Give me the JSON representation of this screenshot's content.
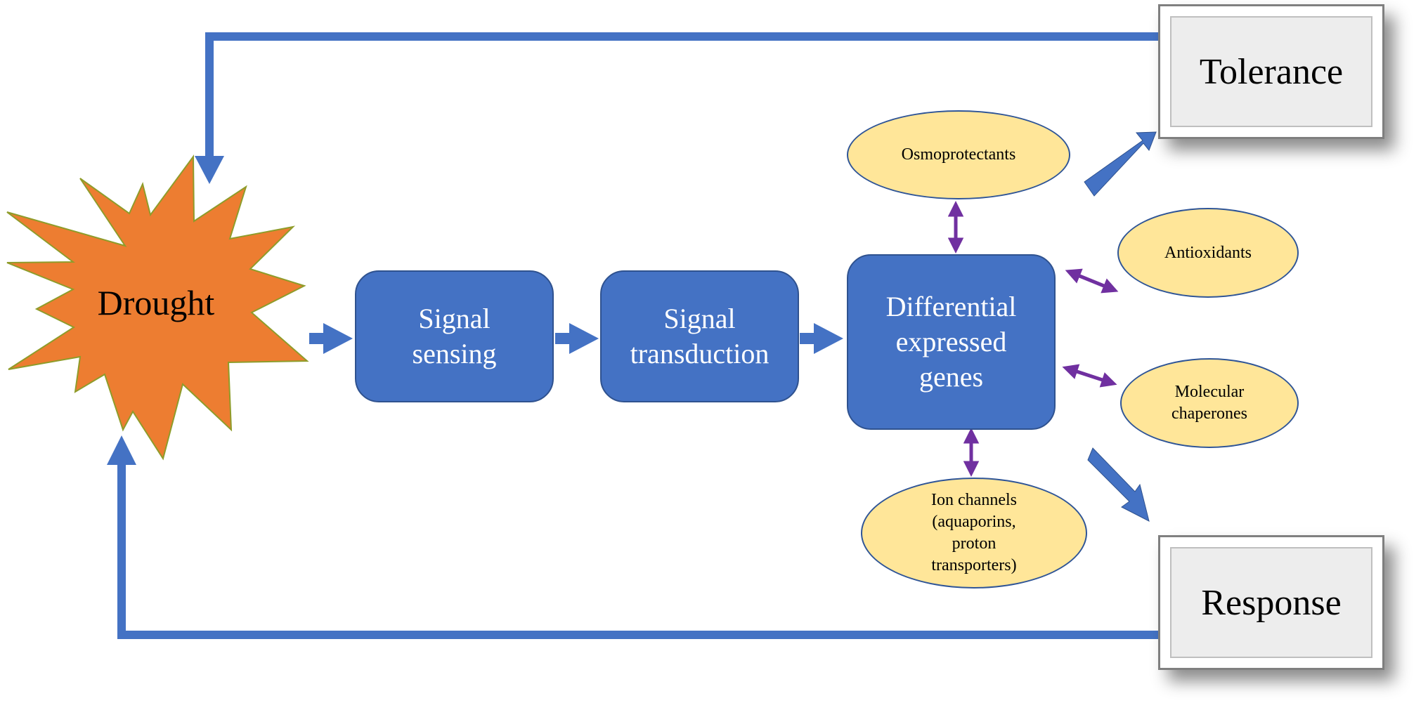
{
  "colors": {
    "arrow_blue": "#4472c4",
    "box_blue": "#4472c4",
    "ellipse_fill": "#ffe699",
    "star_orange": "#ed7d31",
    "double_arrow": "#7030a0",
    "output_box": "#ededed"
  },
  "nodes": {
    "drought": "Drought",
    "signal_sensing": "Signal\nsensing",
    "signal_transduction": "Signal\ntransduction",
    "deg": "Differential\nexpressed\ngenes",
    "osmoprotectants": "Osmoprotectants",
    "antioxidants": "Antioxidants",
    "chaperones": "Molecular\nchaperones",
    "ion_channels": "Ion channels\n(aquaporins,\nproton\ntransporters)",
    "tolerance": "Tolerance",
    "response": "Response"
  }
}
